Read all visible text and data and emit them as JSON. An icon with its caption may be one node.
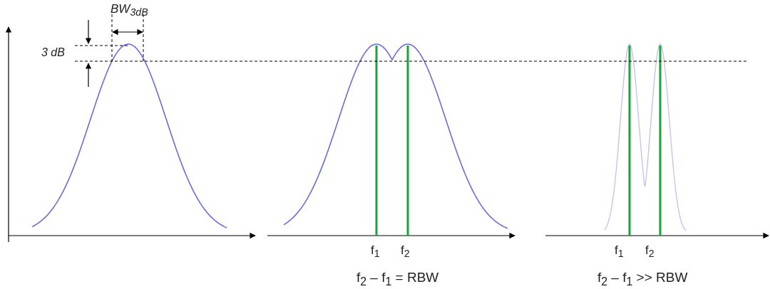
{
  "diagram": {
    "labels": [
      "BW$_{3dB}$",
      "3 dB",
      "f$_{1}$",
      "f$_{2}$",
      "f$_{1}$",
      "f$_{2}$",
      "f$_{2}$ – f$_{1}$ = RBW",
      "f$_{2}$ – f$_{1}$ >> RBW"
    ]
  }
}
